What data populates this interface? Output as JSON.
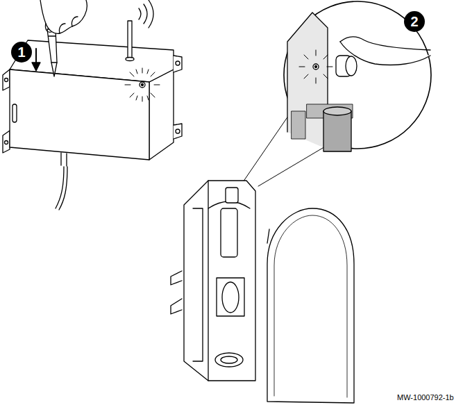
{
  "diagram": {
    "labels": [
      "1",
      "2",
      "MW-1000792-1b"
    ]
  }
}
